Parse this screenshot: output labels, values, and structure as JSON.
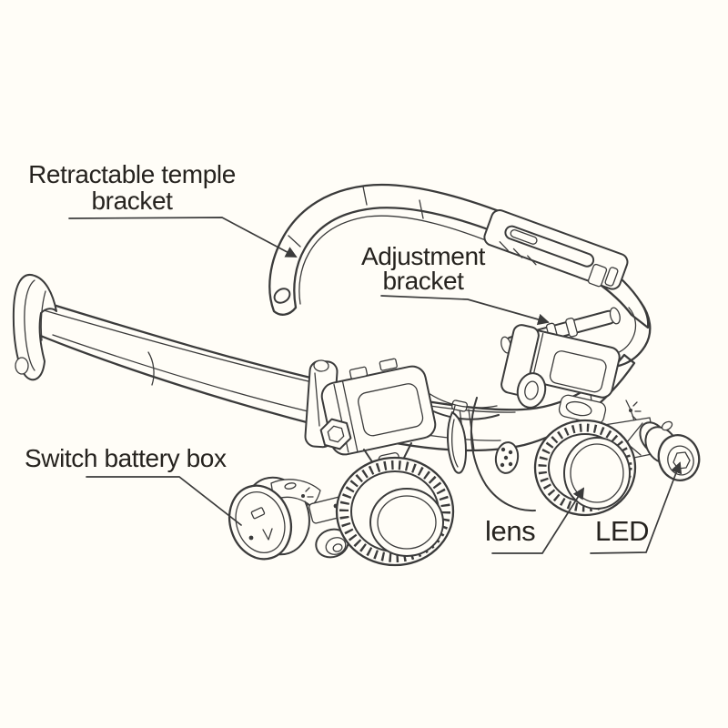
{
  "diagram": {
    "subject": "head-mounted-magnifier-line-drawing",
    "background_color": "#fffdf7",
    "line_color": "#3b3b3b",
    "text_color": "#26231f",
    "labels": {
      "retractable_temple_bracket": {
        "lines": [
          "Retractable temple",
          "bracket"
        ]
      },
      "adjustment_bracket": {
        "lines": [
          "Adjustment",
          "bracket"
        ]
      },
      "switch_battery_box": {
        "lines": [
          "Switch battery box"
        ]
      },
      "lens": {
        "lines": [
          "lens"
        ]
      },
      "led": {
        "lines": [
          "LED"
        ]
      }
    }
  }
}
